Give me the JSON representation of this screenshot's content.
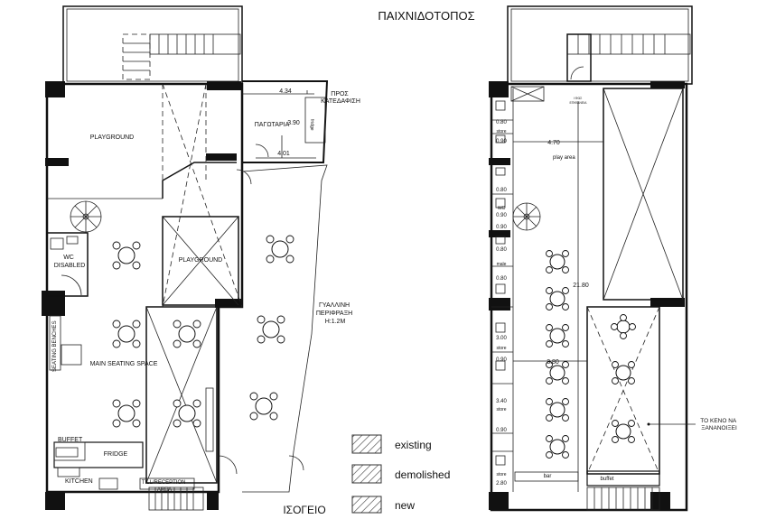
{
  "title": "ΠΑΙΧΝΙΔΟΤΟΠΟΣ",
  "ground_floor": {
    "caption": "ΙΣΟΓΕΙΟ",
    "rooms": {
      "playground_top": "PLAYGROUND",
      "playground_mid": "PLAYGROUND",
      "pagotaria": "ΠΑΓΩΤΑΡΙΑ",
      "wc_disabled": "WC\nDISABLED",
      "main_seating": "MAIN SEATING SPACE",
      "seating_benches": "SEATING BENCHES",
      "buffet": "BUFFET",
      "fridge": "FRIDGE",
      "kitchen": "KITCHEN",
      "reception": "TILL/RECEPTION\nAREA",
      "fridge_small": "fridge"
    },
    "dimensions": [
      "4.34",
      "3.90",
      "4.01"
    ],
    "notes": {
      "pros_katapsaksi": "ΠΡΟΣ\nΚΑΤΕΔΑΦΙΣΗ",
      "glass_perimeter": "ΓΥΑΛΛΙΝΗ\nΠΕΡΙΦΡΑΞΗ\nΗ:1.2Μ"
    }
  },
  "first_floor": {
    "rooms": {
      "play_area": "play area",
      "store_1": "store",
      "store_2": "store",
      "store_3": "store",
      "store_4": "store",
      "wc": "WC",
      "male": "male",
      "buffet": "buffet",
      "bar": "bar",
      "top_note": "Ι ΦΩΣ\nΕΠΙΦΑΝΕΙΑ"
    },
    "dimensions": [
      "4.70",
      "0.80",
      "0.90",
      "0.80",
      "0.90",
      "0.90",
      "0.80",
      "0.80",
      "3.00",
      "0.90",
      "3.80",
      "3.40",
      "0.90",
      "21.80",
      "2.80"
    ],
    "notes": {
      "keno": "ΤΟ ΚΕΝΟ ΝΑ\nΞΑΝΑΝΟΙΞΕΙ"
    }
  },
  "legend": {
    "existing": "existing",
    "demolished": "demolished",
    "new": "new"
  }
}
